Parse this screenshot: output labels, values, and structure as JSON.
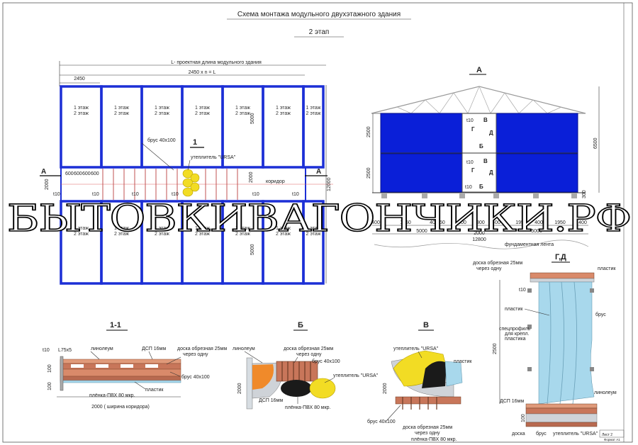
{
  "title": "Схема монтажа модульного двухэтажного здания",
  "stage": "2 этап",
  "plan": {
    "length_label": "L- проектная длина модульного  здания",
    "formula": "2450 x n = L",
    "module_width": "2450",
    "rooms_top": [
      "1 этаж",
      "2 этаж"
    ],
    "dim_5000": "5000",
    "dim_2000": "2000",
    "dim_12000": "12000",
    "brus": "брус 40x100",
    "uteplitel": "утеплитель \"URSA\"",
    "section_mark": "1",
    "corridor": "коридор",
    "marker_a": "А",
    "gap_600": "600",
    "t10": "t10"
  },
  "elevation": {
    "label": "А",
    "h2500a": "2500",
    "h2500b": "2500",
    "h6500": "6500",
    "h300": "300",
    "b": "Б",
    "v": "В",
    "g": "Г",
    "d": "Д",
    "t10": "t10",
    "bottom_dims": [
      "400",
      "1950",
      "400",
      "1950",
      "400",
      "1800",
      "400",
      "1950",
      "400",
      "1950",
      "400"
    ],
    "d5000a": "5000",
    "d2000": "2000",
    "d5000b": "5000",
    "d12800": "12800",
    "fund": "фундаментная лента"
  },
  "section11": {
    "label": "1-1",
    "t10": "t10",
    "l75": "L75x5",
    "linoleum": "линолеум",
    "dsp": "ДСП 16мм",
    "doska": "доска обрезная 25мм",
    "cherez": "через одну",
    "brus": "брус 40x100",
    "plenka": "плёнка-ПВХ 80 мкр.",
    "plastik": "пластик",
    "d100a": "100",
    "d100b": "100",
    "width": "2000 ( ширина коридора)"
  },
  "sectionB": {
    "label": "Б",
    "linoleum": "линолеум",
    "doska": "доска обрезная 25мм",
    "cherez": "через одну",
    "brus": "брус 40x100",
    "uteplitel": "утеплитель \"URSA\"",
    "dsp": "ДСП 16мм",
    "plenka": "плёнка-ПВХ 80 мкр.",
    "d2000": "2000"
  },
  "sectionV": {
    "label": "В",
    "uteplitel": "утеплитель \"URSA\"",
    "plastik": "пластик",
    "d2000": "2000",
    "brus": "брус 40x100",
    "doska": "доска обрезная 25мм",
    "cherez": "через одну",
    "plenka": "плёнка-ПВХ 80 мкр."
  },
  "sectionGD": {
    "label": "Г,Д",
    "doska": "доска обрезная 25мм",
    "cherez": "через одну",
    "plastik_top": "пластик",
    "t10": "t10",
    "plastik": "пластик",
    "brus": "брус",
    "spec1": "спецпрофиль",
    "spec2": "для крепл.",
    "spec3": "пластика",
    "d2500": "2500",
    "dsp": "ДСП 16мм",
    "linoleum": "линолеум",
    "d100": "100",
    "doska_b": "доска",
    "brus_b": "брус",
    "uteplitel": "утеплитель \"URSA\"",
    "sheet": "Лист 2",
    "format": "Формат А1"
  },
  "watermark": "БЫТОВКИВАГОНЧИКИ.РФ",
  "colors": {
    "blue": "#1c2fd6",
    "panel": "#0a1fd8",
    "wood": "#c8765a",
    "insul": "#f2dc24",
    "plastic": "#a8d8ec"
  }
}
